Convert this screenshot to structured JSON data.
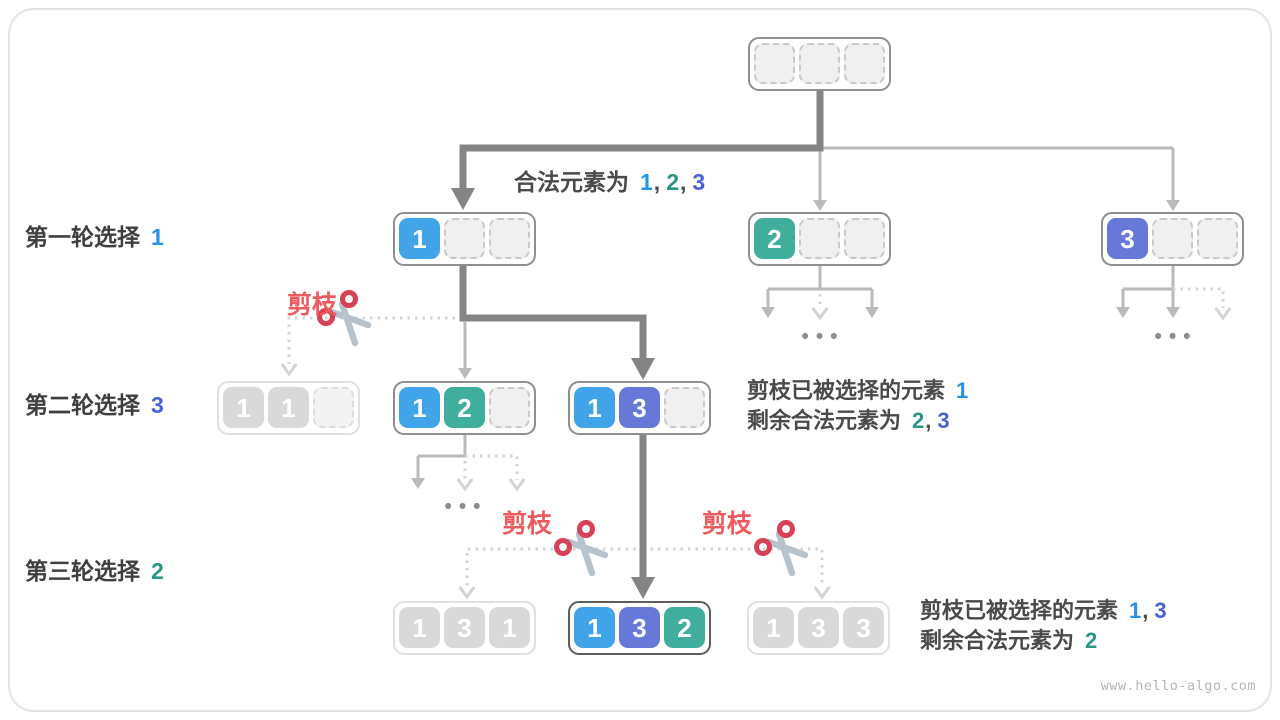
{
  "watermark": "www.hello-algo.com",
  "labels": {
    "round1": {
      "prefix": "第一轮选择",
      "value": "1"
    },
    "round2": {
      "prefix": "第二轮选择",
      "value": "3"
    },
    "round3": {
      "prefix": "第三轮选择",
      "value": "2"
    },
    "valid": {
      "prefix": "合法元素为",
      "v1": "1",
      "sep1": ",",
      "v2": "2",
      "sep2": ",",
      "v3": "3"
    },
    "prune": "剪枝",
    "note2": {
      "line1_prefix": "剪枝已被选择的元素",
      "line1_v1": "1",
      "line2_prefix": "剩余合法元素为",
      "line2_v1": "2",
      "line2_sep": ",",
      "line2_v2": "3"
    },
    "note3": {
      "line1_prefix": "剪枝已被选择的元素",
      "line1_v1": "1",
      "line1_sep": ",",
      "line1_v2": "3",
      "line2_prefix": "剩余合法元素为",
      "line2_v1": "2"
    },
    "ellipsis": "•••"
  },
  "tree": {
    "root": {
      "cells": [
        "",
        "",
        ""
      ]
    },
    "n1": {
      "cells": [
        "1",
        "",
        ""
      ]
    },
    "n2": {
      "cells": [
        "2",
        "",
        ""
      ]
    },
    "n3": {
      "cells": [
        "3",
        "",
        ""
      ]
    },
    "n11": {
      "cells": [
        "1",
        "1",
        ""
      ]
    },
    "n12": {
      "cells": [
        "1",
        "2",
        ""
      ]
    },
    "n13": {
      "cells": [
        "1",
        "3",
        ""
      ]
    },
    "n131": {
      "cells": [
        "1",
        "3",
        "1"
      ]
    },
    "n132": {
      "cells": [
        "1",
        "3",
        "2"
      ]
    },
    "n133": {
      "cells": [
        "1",
        "3",
        "3"
      ]
    }
  },
  "colors": {
    "cell_blue": "#41a3e8",
    "cell_teal": "#3fae9d",
    "cell_indigo": "#6678d8",
    "cell_gray": "#d9d9d9",
    "num_blue": "#2293e6",
    "num_teal": "#2b9489",
    "num_indigo": "#4762d8",
    "prune_red": "#ee5b5e",
    "arrow_dark": "#848484",
    "arrow_light": "#bababa",
    "arrow_dotted": "#d4d4d4"
  }
}
